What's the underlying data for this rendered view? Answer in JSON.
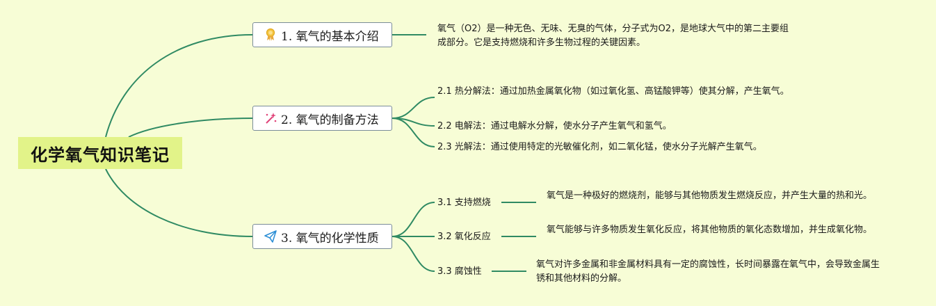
{
  "colors": {
    "background": "#f7fdd6",
    "root_fill": "#e2f389",
    "edge": "#2f8a63",
    "node_border": "#7a8c98"
  },
  "root": {
    "label": "化学氧气知识笔记"
  },
  "branches": [
    {
      "icon": "award-ribbon-icon",
      "label": "1. 氧气的基本介绍",
      "text": "氧气（O2）是一种无色、无味、无臭的气体，分子式为O2，是地球大气中的第二主要组成部分。它是支持燃烧和许多生物过程的关键因素。"
    },
    {
      "icon": "magic-wand-icon",
      "label": "2. 氧气的制备方法",
      "items": [
        "2.1 热分解法：通过加热金属氧化物（如过氧化氢、高锰酸钾等）使其分解，产生氧气。",
        "2.2 电解法：通过电解水分解，使水分子产生氧气和氢气。",
        "2.3 光解法：通过使用特定的光敏催化剂，如二氧化锰，使水分子光解产生氧气。"
      ]
    },
    {
      "icon": "paper-plane-icon",
      "label": "3. 氧气的化学性质",
      "items": [
        {
          "title": "3.1 支持燃烧",
          "text": "氧气是一种极好的燃烧剂，能够与其他物质发生燃烧反应，并产生大量的热和光。"
        },
        {
          "title": "3.2 氧化反应",
          "text": "氧气能够与许多物质发生氧化反应，将其他物质的氧化态数增加，并生成氧化物。"
        },
        {
          "title": "3.3 腐蚀性",
          "text": "氧气对许多金属和非金属材料具有一定的腐蚀性，长时间暴露在氧气中，会导致金属生锈和其他材料的分解。"
        }
      ]
    }
  ]
}
